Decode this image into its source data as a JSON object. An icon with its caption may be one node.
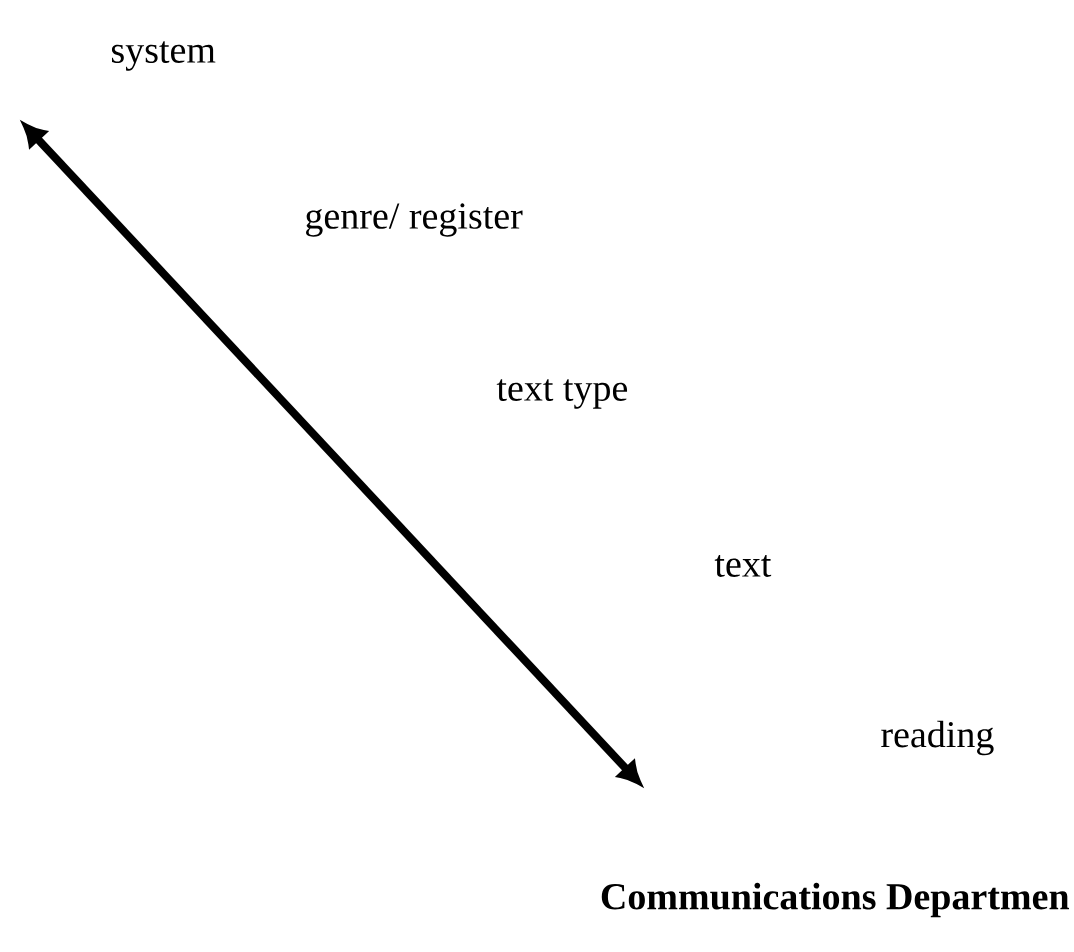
{
  "diagram": {
    "labels": [
      "system",
      "genre/ register",
      "text type",
      "text",
      "reading",
      "Communications Departmen"
    ]
  }
}
